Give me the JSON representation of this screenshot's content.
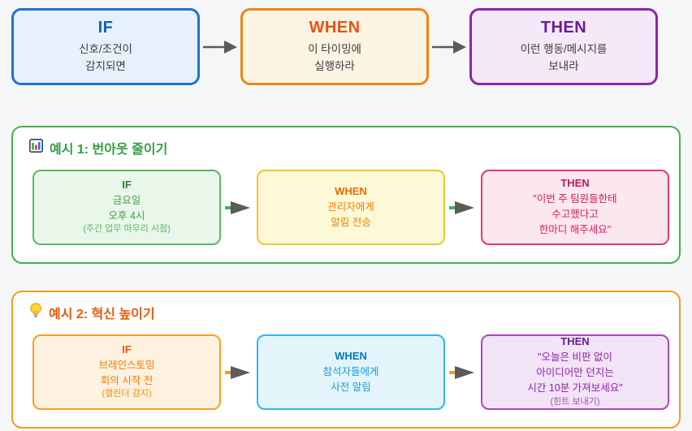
{
  "flow": {
    "if": {
      "title": "IF",
      "lines": [
        "신호/조건이",
        "감지되면"
      ]
    },
    "when": {
      "title": "WHEN",
      "lines": [
        "이 타이밍에",
        "실행하라"
      ]
    },
    "then": {
      "title": "THEN",
      "lines": [
        "이런 행동/메시지를",
        "보내라"
      ]
    }
  },
  "examples": [
    {
      "icon": "bar-chart-icon",
      "title": "예시 1: 번아웃 줄이기",
      "if": {
        "title": "IF",
        "lines": [
          "금요일",
          "오후 4시"
        ],
        "note": "(주간 업무 마무리 시점)"
      },
      "when": {
        "title": "WHEN",
        "lines": [
          "관리자에게",
          "알림 전송"
        ]
      },
      "then": {
        "title": "THEN",
        "lines": [
          "\"이번 주 팀원들한테",
          "수고했다고",
          "한마디 해주세요\""
        ]
      }
    },
    {
      "icon": "lightbulb-icon",
      "title": "예시 2: 혁신 높이기",
      "if": {
        "title": "IF",
        "lines": [
          "브레인스토밍",
          "회의 시작 전"
        ],
        "note": "(캘린더 감지)"
      },
      "when": {
        "title": "WHEN",
        "lines": [
          "참석자들에게",
          "사전 알림"
        ]
      },
      "then": {
        "title": "THEN",
        "lines": [
          "\"오늘은 비판 없이",
          "아이디어만 던지는",
          "시간 10분 가져보세요\""
        ],
        "note": "(힌트 보내기)"
      }
    }
  ],
  "colors": {
    "page_bg": "#f5f6f8",
    "flow_if_border": "#1c74cf",
    "flow_if_bg": "#e7f1fb",
    "flow_if_title": "#1260bd",
    "flow_when_border": "#f0860f",
    "flow_when_bg": "#fdf3e3",
    "flow_when_title": "#e8530e",
    "flow_then_border": "#8e24aa",
    "flow_then_bg": "#f5e8f8",
    "flow_then_title": "#6a1b9a",
    "section1_border": "#46b14c",
    "section1_title": "#2f9e44",
    "section2_border": "#f89b1c",
    "section2_title": "#e8590c",
    "ex1_if_border": "#5cb860",
    "ex1_when_border": "#f4c430",
    "ex1_then_border": "#e8366f",
    "ex2_if_border": "#f9a01b",
    "ex2_when_border": "#35b5e8",
    "ex2_then_border": "#ab47bc",
    "arrow": "#5b5b5b"
  }
}
